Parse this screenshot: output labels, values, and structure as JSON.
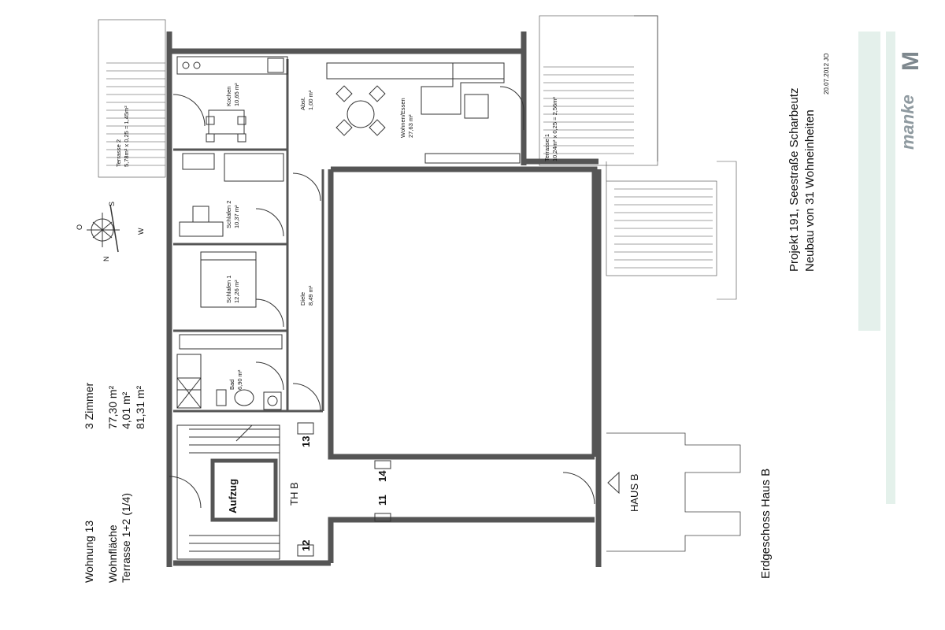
{
  "apartment": {
    "title": "Wohnung 13",
    "rooms": "3 Zimmer",
    "area_label": "Wohnfläche",
    "area_value": "77,30 m²",
    "terrace_label": "Terrasse 1+2 (1/4)",
    "terrace_value": "4,01 m²",
    "total_value": "81,31 m²"
  },
  "project": {
    "line1": "Projekt 191, Seestraße Scharbeutz",
    "line2": "Neubau von 31 Wohneinheiten",
    "date": "20.07.2012 JO"
  },
  "floor": {
    "label": "Erdgeschoss Haus B",
    "house": "HAUS B",
    "stair": "TH B",
    "lift": "Aufzug",
    "unit_13": "13",
    "unit_14": "14",
    "unit_11": "11",
    "unit_12": "12"
  },
  "rooms": {
    "kochen": {
      "name": "Kochen",
      "area": "10,65 m²"
    },
    "abst": {
      "name": "Abst.",
      "area": "1,00 m²"
    },
    "wohnen": {
      "name": "Wohnen/Essen",
      "area": "27,63 m²"
    },
    "terrasse1": {
      "name": "Terrasse 1",
      "area": "10,24m² x 0,25 = 2,56m²"
    },
    "terrasse2": {
      "name": "Terrasse 2",
      "area": "5,78m² x 0,25 = 1,45m²"
    },
    "schlafen2": {
      "name": "Schlafen 2",
      "area": "10,37 m²"
    },
    "schlafen1": {
      "name": "Schlafen 1",
      "area": "12,26 m²"
    },
    "diele": {
      "name": "Diele",
      "area": "8,49 m²"
    },
    "bad": {
      "name": "Bad",
      "area": "6,90 m²"
    }
  },
  "compass": {
    "s": "S",
    "o": "O",
    "w": "W",
    "n": "N"
  },
  "brand": {
    "text": "manke",
    "mark": "M"
  },
  "colors": {
    "wall": "#555555",
    "line": "#222222",
    "paper": "#ffffff",
    "brand": "#8f9aa0"
  }
}
